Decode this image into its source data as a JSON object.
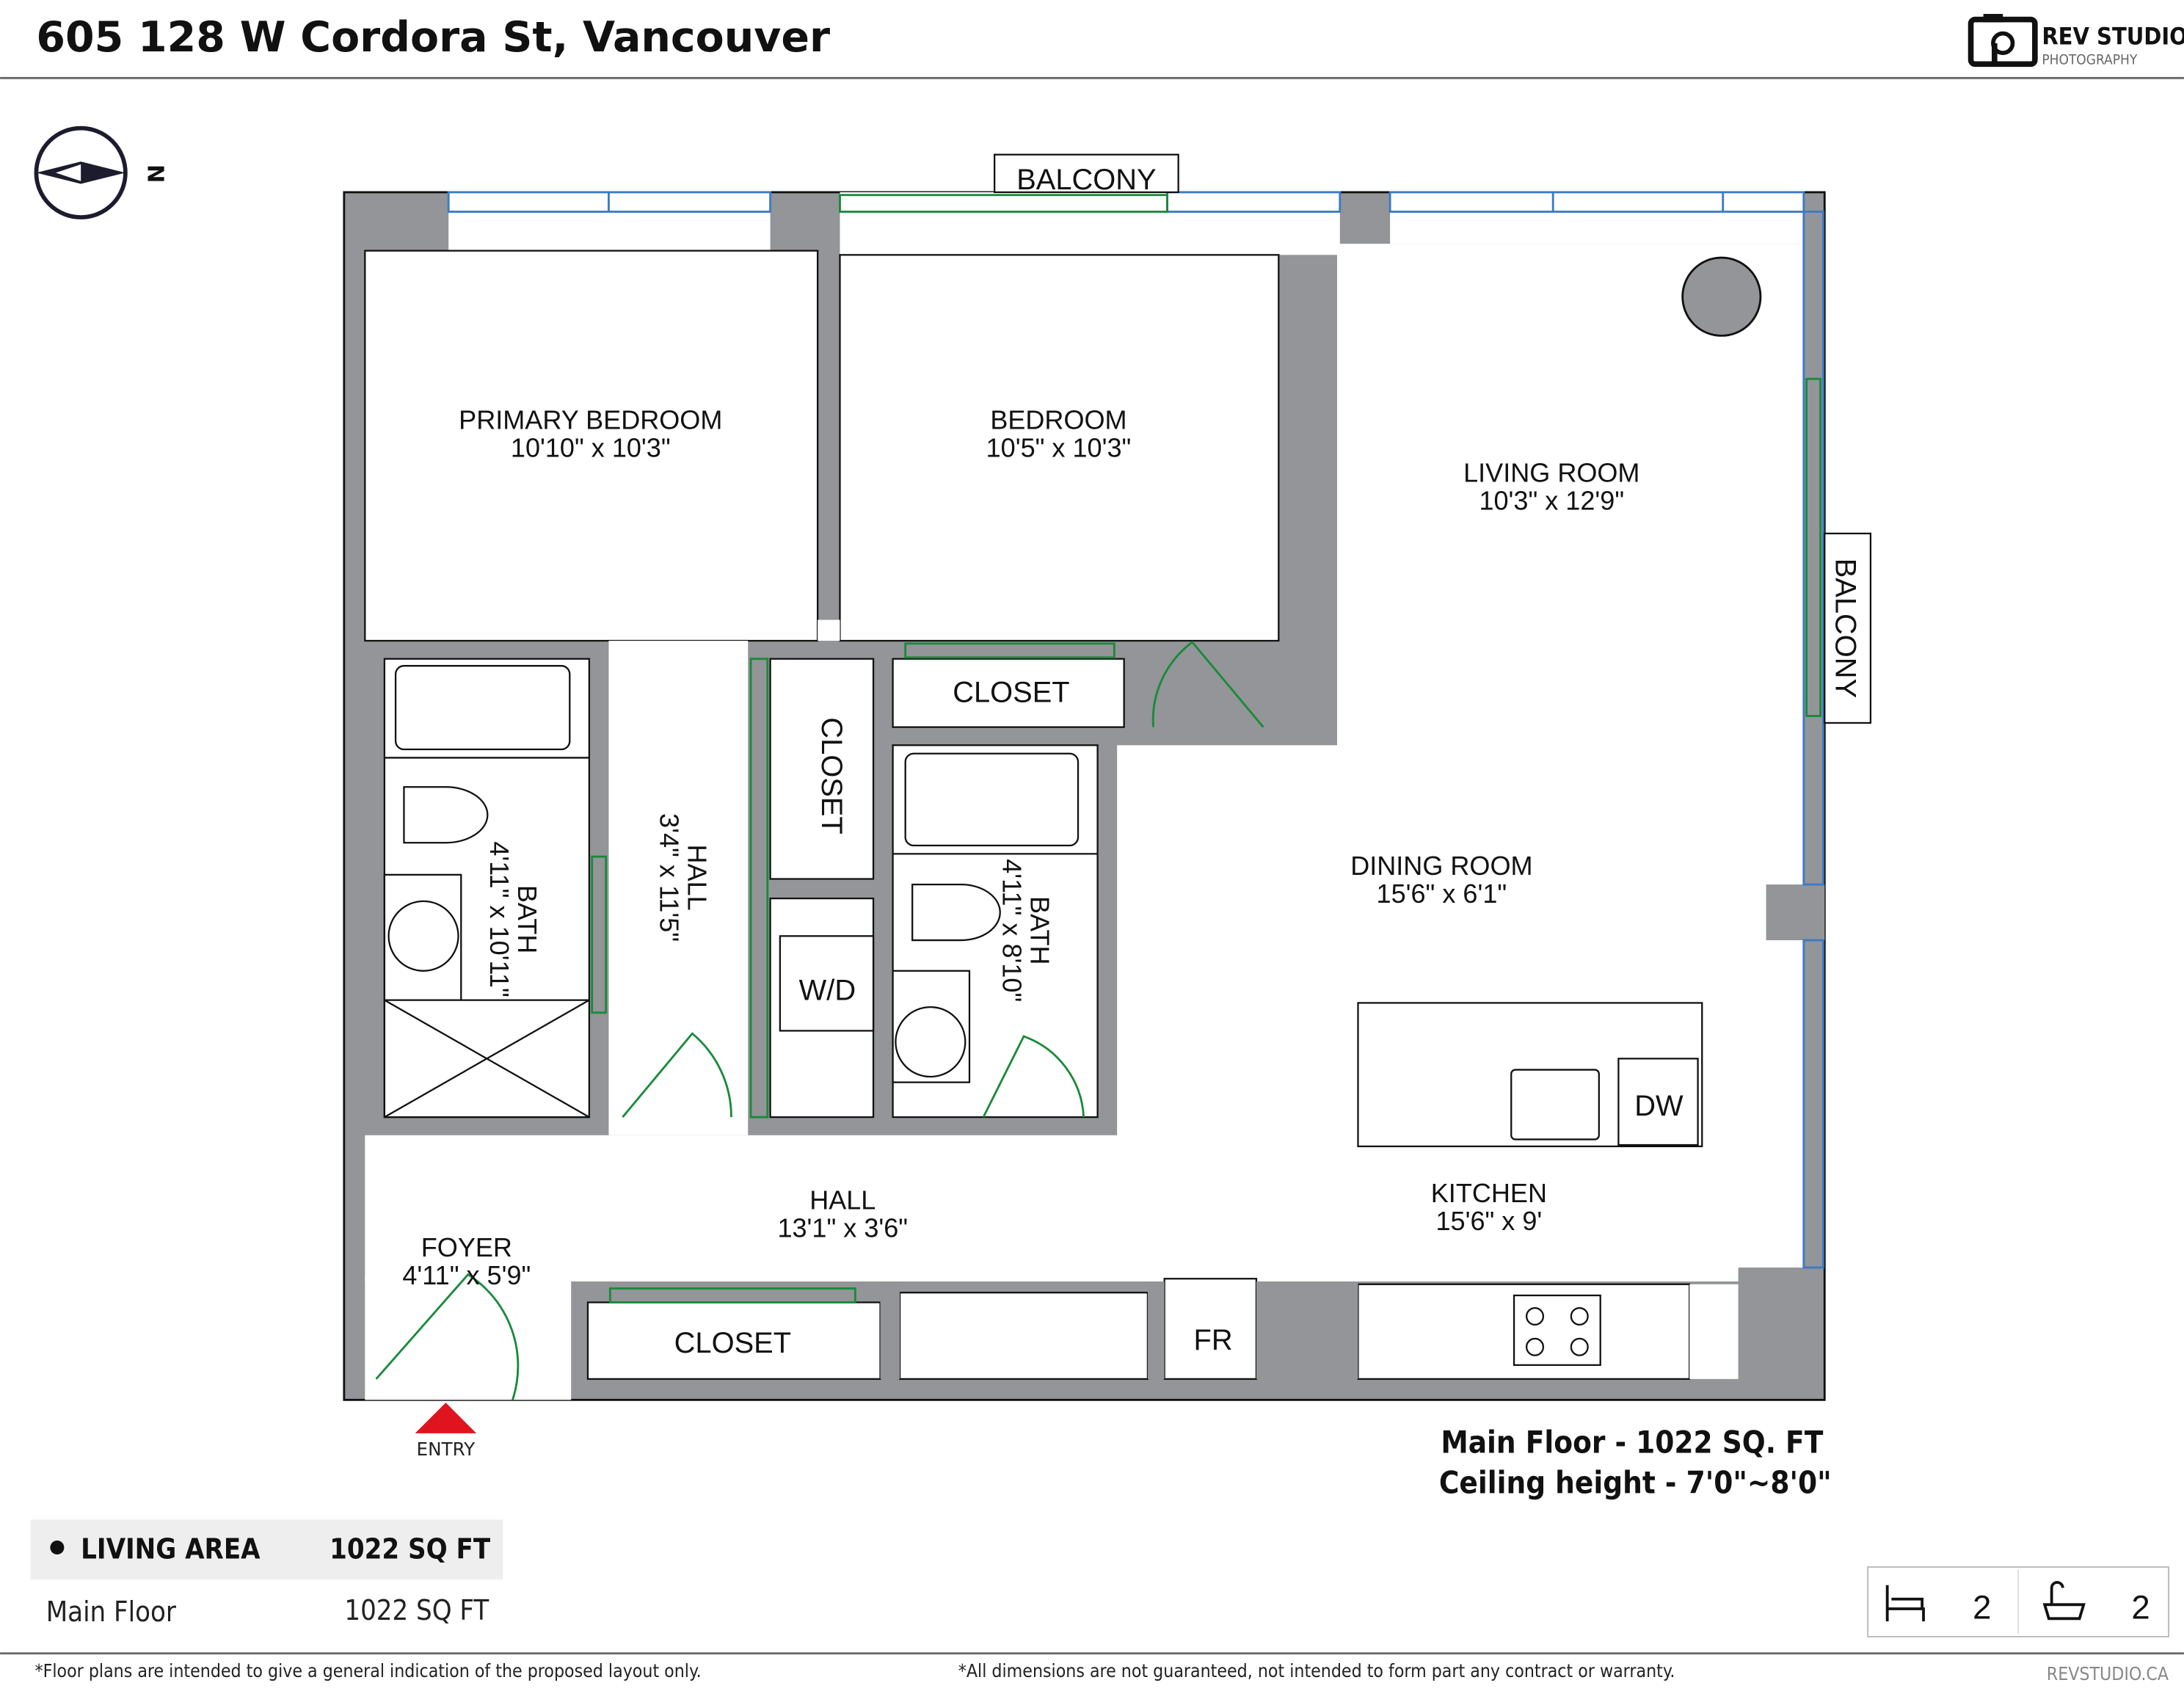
{
  "header": {
    "title": "605 128 W Cordora St, Vancouver",
    "logo": {
      "name": "REV STUDIO",
      "sub": "PHOTOGRAPHY",
      "icon": "camera-icon"
    }
  },
  "compass": {
    "label": "N"
  },
  "plan": {
    "rooms": [
      {
        "name": "PRIMARY BEDROOM",
        "dims": "10'10\" x 10'3\""
      },
      {
        "name": "BEDROOM",
        "dims": "10'5\" x 10'3\""
      },
      {
        "name": "LIVING ROOM",
        "dims": "10'3\" x 12'9\""
      },
      {
        "name": "DINING ROOM",
        "dims": "15'6\" x 6'1\""
      },
      {
        "name": "KITCHEN",
        "dims": "15'6\" x 9'"
      },
      {
        "name": "HALL",
        "dims": "13'1\" x 3'6\""
      },
      {
        "name": "FOYER",
        "dims": "4'11\" x 5'9\""
      },
      {
        "name": "BATH",
        "dims": "4'11\" x 10'11\""
      },
      {
        "name": "HALL",
        "dims": "3'4\" x 11'5\""
      },
      {
        "name": "BATH",
        "dims": "4'11\" x 8'10\""
      }
    ],
    "labels": {
      "balcony_top": "BALCONY",
      "balcony_right": "BALCONY",
      "closet_vertical": "CLOSET",
      "closet_top": "CLOSET",
      "closet_bottom": "CLOSET",
      "washer_dryer": "W/D",
      "dishwasher": "DW",
      "fridge": "FR",
      "entry": "ENTRY"
    },
    "colors": {
      "wall": "#939598",
      "window": "#3a7bc8",
      "door": "#1a8a3a",
      "entry_marker": "#e0141e"
    }
  },
  "floor_info": {
    "line1": "Main Floor - 1022 SQ. FT",
    "line2": "Ceiling height - 7'0\"~8'0\""
  },
  "area_table": {
    "header_label": "LIVING AREA",
    "header_value": "1022 SQ FT",
    "rows": [
      {
        "label": "Main Floor",
        "value": "1022 SQ FT"
      }
    ]
  },
  "counts": {
    "bedrooms": "2",
    "bathrooms": "2",
    "bed_icon": "bed-icon",
    "bath_icon": "bathtub-icon"
  },
  "footer": {
    "disclaimer_left": "*Floor plans are intended to give a general indication of the proposed layout only.",
    "disclaimer_right": "*All dimensions are not guaranteed, not intended to form part any contract or warranty.",
    "website": "REVSTUDIO.CA"
  }
}
